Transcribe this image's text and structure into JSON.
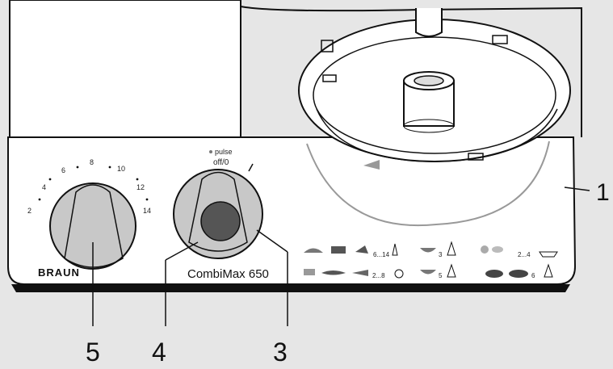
{
  "brand": "BRAUN",
  "model": "CombiMax 650",
  "speed_dial": {
    "ticks": [
      "2",
      "4",
      "6",
      "8",
      "10",
      "12",
      "14"
    ]
  },
  "pulse_switch": {
    "pulse_label": "pulse",
    "off_label": "off/0"
  },
  "callouts": {
    "one": "1",
    "three": "3",
    "four": "4",
    "five": "5"
  },
  "chart_guide": {
    "row1_col1_speed": "6...14",
    "row1_col2_speed": "3",
    "row1_col3_speed": "2...4",
    "row2_col1_speed": "2...8",
    "row2_col2_speed": "5",
    "row2_col3_speed": "6"
  }
}
